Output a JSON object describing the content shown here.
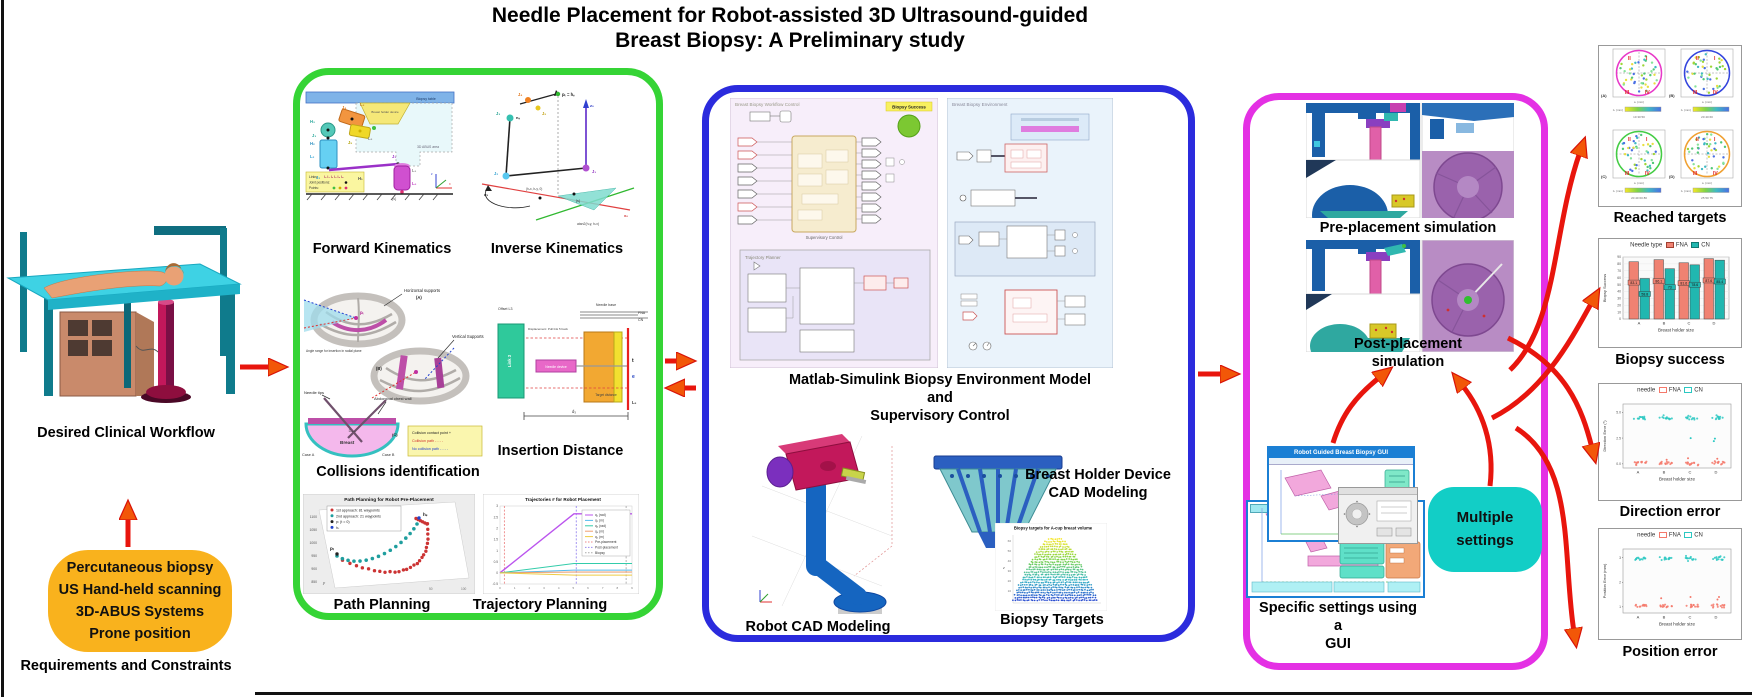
{
  "colors": {
    "arrow": "#E8150D",
    "arrow_head": "#F25708",
    "green_box": "#35D435",
    "blue_box": "#2B2BDD",
    "magenta_box": "#E430E4",
    "orange_box": "#F9B21D",
    "teal_box": "#12CEC6"
  },
  "title": {
    "line1": "Needle Placement for Robot-assisted 3D Ultrasound-guided",
    "line2": "Breast Biopsy: A Preliminary study"
  },
  "clinical": {
    "workflow_label": "Desired Clinical Workflow",
    "req1": "Percutaneous biopsy",
    "req2": "US Hand-held scanning",
    "req3": "3D-ABUS Systems",
    "req4": "Prone position",
    "requirements_label": "Requirements and Constraints"
  },
  "kinematics": {
    "forward_label": "Forward Kinematics",
    "inverse_label": "Inverse Kinematics",
    "collisions_label": "Collisions identification",
    "insertion_label": "Insertion Distance",
    "path_label": "Path Planning",
    "trajectory_label": "Trajectory Planning",
    "fk": {
      "table": "Biopsy table",
      "holder": "Breast holder device",
      "abus": "3D ABUS area",
      "legend_links": "Links:",
      "legend_links_items": "l₀ l₁ l₂ l₃ l₄ l₅",
      "legend_joints": "Joint positions:",
      "legend_points": "Points:",
      "h3": "H₃",
      "h2": "H₂",
      "j3": "J₃",
      "l2": "L₂",
      "j2": "J₂",
      "h1": "H₁",
      "j1": "J₁",
      "l1": "L₁",
      "l0": "L₀",
      "l3": "L₃",
      "j4": "J₄",
      "j5": "J₅",
      "l5": "L₅",
      "s": "{s}",
      "x": "x",
      "z": "z"
    },
    "ik": {
      "pt": "pₜ = hₛ",
      "ns": "nₛ",
      "q1": "q₁",
      "atan": "atan2(hₛy, hₛx)",
      "hxy": "(hₛx, hₛy, 0)",
      "z0": "z₀",
      "x0": "x₀",
      "s": "{s}",
      "j4": "J₄",
      "j3": "J₃",
      "j5": "J₅",
      "j2": "J₂",
      "j1": "J₁"
    },
    "collisions": {
      "horizontal": "Horizontal supports",
      "a_tag": "(A)",
      "vertical": "Vertical Supports",
      "b_tag": "(B)",
      "angle": "Angle range for insertion in radial plane",
      "needle_tips": "Needle tips",
      "chest": "Abdominal chest wall",
      "breast": "Breast",
      "dmaj": "Dₘₐⱼ",
      "c_tag": "(C)",
      "case_a": "Case A",
      "case_b": "Case B",
      "pt": "pₜ",
      "legend1": "Collision contact point +",
      "legend2": "Collision path - - - -",
      "legend3": "No collision path - - - -"
    },
    "insertion": {
      "offset": "Offset L3",
      "link3": "Link 3",
      "needle_base": "Needle base",
      "displacement": "Displacement: Pull link 5 back",
      "link5": "Link 5",
      "needle_device": "Needle device",
      "fna": "FNA",
      "cn": "CN",
      "t": "t",
      "e": "e",
      "l5": "L₅",
      "d3": "d₃",
      "target": "Target distance"
    }
  },
  "simulink": {
    "label1": "Matlab-Simulink Biopsy Environment Model",
    "label2": "and",
    "label3": "Supervisory Control",
    "left_title": "Breast Biopsy Workflow Control",
    "right_title": "Breast Biopsy Environment",
    "badge": "Biopsy Success",
    "supervisory": "Supervisory Control",
    "planner_title": "Trajectory Planner",
    "robot_label": "Robot CAD Modeling",
    "holder_label1": "Breast Holder Device",
    "holder_label2": "CAD Modeling",
    "targets_label": "Biopsy Targets"
  },
  "simulation": {
    "pre_label": "Pre-placement simulation",
    "post_label": "Post-placement simulation",
    "gui_title": "Robot Guided Breast Biopsy GUI",
    "settings_label1": "Specific settings using a",
    "settings_label2": "GUI",
    "multiple1": "Multiple",
    "multiple2": "settings"
  },
  "results": {
    "reached_label": "Reached targets",
    "success_label": "Biopsy success",
    "direction_label": "Direction error",
    "position_label": "Position error"
  },
  "chart_data": [
    {
      "id": "path_planning",
      "type": "scatter3d",
      "title": "Path Planning for Robot Pre-Placement",
      "legend": [
        "1st approach: 81 waypoints",
        "2nd approach: 21 waypoints",
        "pₜ (t = 0)",
        "hₛ"
      ],
      "legend_colors": [
        "#CC3333",
        "#1F9E9E",
        "#222222",
        "#2244CC"
      ],
      "annotations": [
        "hₛ",
        "pₜ"
      ],
      "yticks": [
        850,
        900,
        950,
        1000,
        1050,
        1100
      ],
      "xticks": [
        50,
        100
      ],
      "axis_y": "y"
    },
    {
      "id": "trajectories",
      "type": "line",
      "title": "Trajectories # for Robot Placement",
      "ylim": [
        -0.5,
        3
      ],
      "yticks": [
        "-0.5",
        "0",
        "0.5",
        "1",
        "1.5",
        "2",
        "2.5",
        "3"
      ],
      "series": [
        {
          "name": "q₁ (rad)",
          "color": "#BB55EE",
          "peak": 2.65
        },
        {
          "name": "q₂ (m)",
          "color": "#55BBEE",
          "peak": 0.12
        },
        {
          "name": "q₃ (rad)",
          "color": "#33CCAA",
          "peak": 0.42
        },
        {
          "name": "q₄ (m)",
          "color": "#F0A070",
          "peak": 0.04
        },
        {
          "name": "q₅ (m)",
          "color": "#EECC44",
          "peak": -0.1
        }
      ],
      "events": [
        {
          "name": "Pre-placement",
          "color": "#EE8888",
          "x": 0.3
        },
        {
          "name": "Post-placement",
          "color": "#9988EE",
          "x": 5.2
        },
        {
          "name": "Biopsy",
          "color": "#AAAAAA",
          "x": 8.6
        }
      ],
      "xrange": [
        0,
        9
      ]
    },
    {
      "id": "biopsy_targets",
      "type": "scatter3d",
      "title": "Biopsy targets for A-cup breast volume",
      "zlabel": "z",
      "zticks": [
        10,
        20,
        30,
        40,
        50,
        60
      ],
      "colormap": [
        "#2A4DD0",
        "#35B5C5",
        "#7ED348",
        "#F5E626"
      ]
    },
    {
      "id": "reached_targets",
      "type": "scatter",
      "subplots": [
        {
          "tag": "(A)",
          "ring": "#E838C8",
          "cbar": "10 30 50"
        },
        {
          "tag": "(B)",
          "ring": "#3344DD",
          "cbar": "20 40 60"
        },
        {
          "tag": "(C)",
          "ring": "#44CC44",
          "cbar": "20 40 60 80"
        },
        {
          "tag": "(D)",
          "ring": "#F0A030",
          "cbar": "25 50 75"
        }
      ],
      "quadrant_labels": [
        "II",
        "I",
        "III",
        "IV"
      ],
      "xlabel": "xₜ (mm)",
      "ylabel": "yₜ (mm)",
      "cbar_label": "zₜ (mm)",
      "dot_palette": [
        "#E8E040",
        "#9ED636",
        "#52C876",
        "#3FB9C4",
        "#4A6FE3",
        "#86E39A"
      ]
    },
    {
      "id": "biopsy_success",
      "type": "bar",
      "legend_title": "Needle type",
      "categories": [
        "A",
        "B",
        "C",
        "D"
      ],
      "series": [
        {
          "name": "FNA",
          "color": "#F08272",
          "values": [
            83.1,
            86.1,
            81.6,
            87.6
          ]
        },
        {
          "name": "CN",
          "color": "#21B7B0",
          "values": [
            58.8,
            73,
            78.6,
            85.4
          ]
        }
      ],
      "ylabel": "Biopsy Success",
      "xlabel": "Breast holder size",
      "ylim": [
        0,
        90
      ],
      "yticks": [
        0,
        10,
        20,
        30,
        40,
        50,
        60,
        70,
        80,
        90
      ]
    },
    {
      "id": "direction_error",
      "type": "strip",
      "legend_title": "needle",
      "categories": [
        "A",
        "B",
        "C",
        "D"
      ],
      "series": [
        {
          "name": "FNA",
          "color": "#F4796B",
          "center": 0.08,
          "outliers": [
            [
              1,
              0.4
            ],
            [
              2,
              0.55
            ],
            [
              3,
              0.5
            ]
          ]
        },
        {
          "name": "CN",
          "color": "#2BC8C2",
          "center": 4.45,
          "outliers": [
            [
              2,
              2.5
            ],
            [
              3,
              2.45
            ],
            [
              3,
              2.2
            ]
          ]
        }
      ],
      "ylabel": "Direction Error (°)",
      "xlabel": "Breast holder size",
      "yticks": [
        "0.0",
        "2.5",
        "5.0"
      ],
      "ylim": [
        -0.4,
        5.8
      ]
    },
    {
      "id": "position_error",
      "type": "strip",
      "legend_title": "needle",
      "categories": [
        "A",
        "B",
        "C",
        "D"
      ],
      "series": [
        {
          "name": "FNA",
          "color": "#F4796B",
          "center": 1.03,
          "outliers": [
            [
              1,
              1.35
            ],
            [
              2,
              1.4
            ],
            [
              3,
              1.4
            ],
            [
              3,
              1.3
            ]
          ]
        },
        {
          "name": "CN",
          "color": "#2BC8C2",
          "center": 2.96,
          "outliers": []
        }
      ],
      "ylabel": "Position Error (mm)",
      "xlabel": "Breast holder size",
      "yticks": [
        "1",
        "2",
        "3"
      ],
      "ylim": [
        0.75,
        3.35
      ]
    }
  ]
}
